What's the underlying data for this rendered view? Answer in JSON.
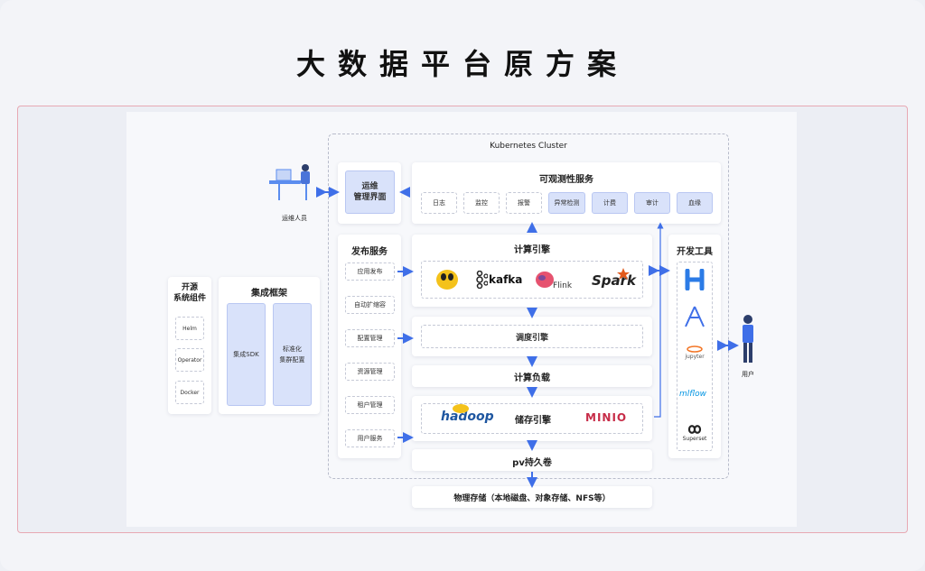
{
  "title": "大数据平台原方案",
  "cluster_label": "Kubernetes Cluster",
  "ops_user_label": "运维人员",
  "end_user_label": "用户",
  "ops_ui": {
    "line1": "运维",
    "line2": "管理界面"
  },
  "observability": {
    "title": "可观测性服务",
    "items": [
      "日志",
      "监控",
      "报警",
      "异常检测",
      "计费",
      "审计",
      "血缘"
    ]
  },
  "open_source": {
    "title_line1": "开源",
    "title_line2": "系统组件",
    "items": [
      "Helm",
      "Operator",
      "Docker"
    ]
  },
  "integration": {
    "title": "集成框架",
    "sdk": "集成SDK",
    "std_line1": "标准化",
    "std_line2": "集群配置"
  },
  "publish": {
    "title": "发布服务",
    "items": [
      "应用发布",
      "自动扩缩容",
      "配置管理",
      "资源管理",
      "租户管理",
      "用户服务"
    ]
  },
  "compute_engine": {
    "title": "计算引擎",
    "logos": [
      "kafka",
      "Flink",
      "Spark"
    ]
  },
  "scheduler": "调度引擎",
  "compute_load": "计算负载",
  "storage_engine": {
    "title": "储存引擎",
    "logos": [
      "hadoop",
      "MINIO"
    ]
  },
  "pv": "pv持久卷",
  "physical_storage": "物理存储（本地磁盘、对象存储、NFS等）",
  "dev_tools": {
    "title": "开发工具",
    "items": [
      "jupyter",
      "mlflow",
      "Superset"
    ]
  },
  "colors": {
    "accent": "#3f6fe8",
    "box_blue": "#d9e2fa",
    "frame_border": "#e7a9b3"
  }
}
